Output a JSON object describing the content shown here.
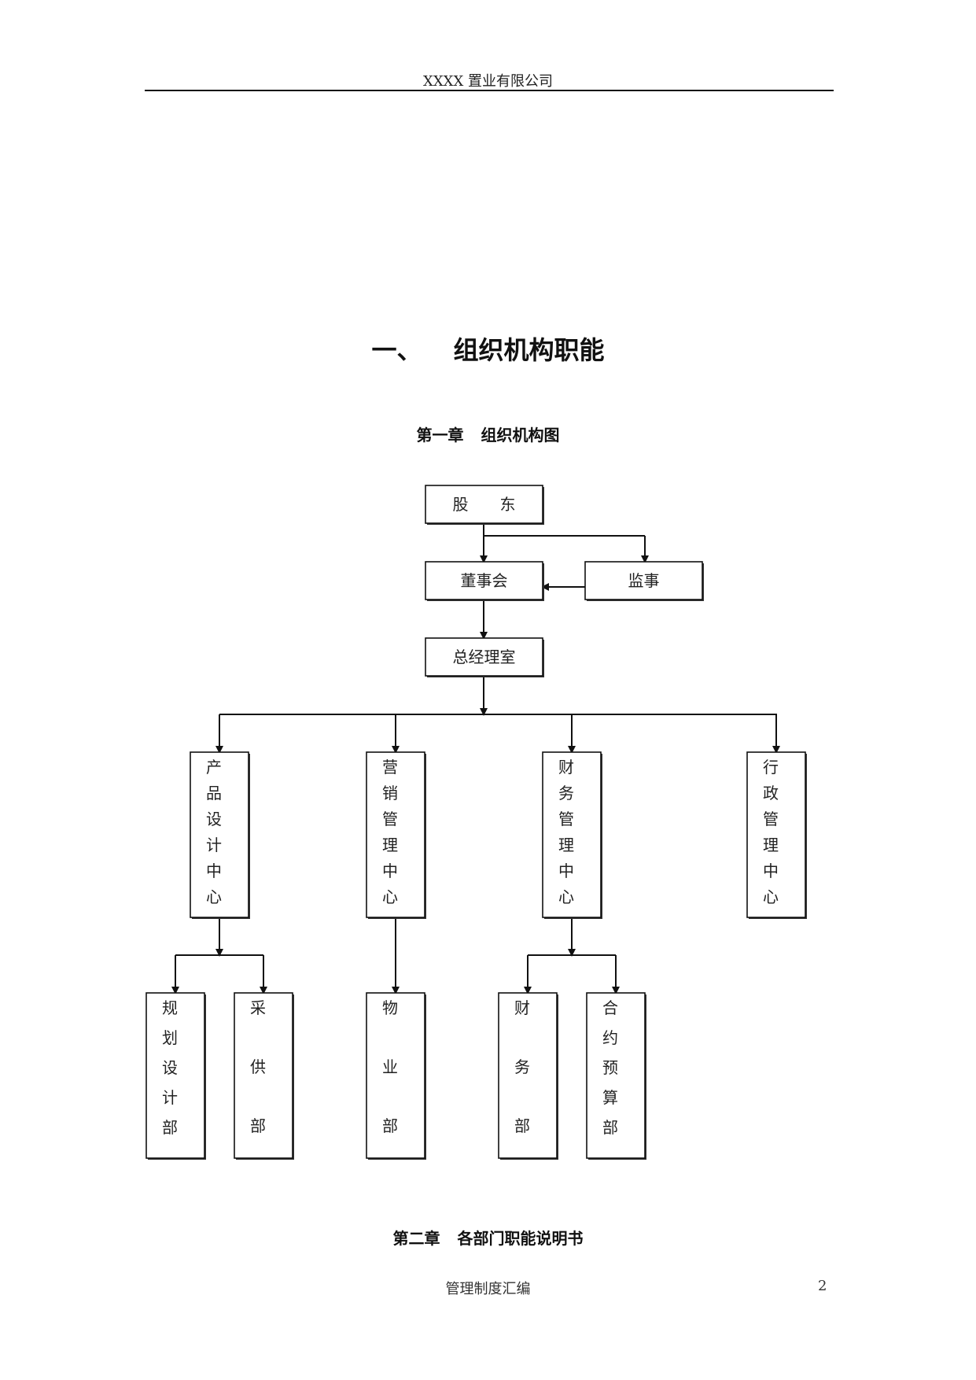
{
  "header": {
    "company": "XXXX 置业有限公司"
  },
  "section": {
    "number": "一、",
    "title": "组织机构职能"
  },
  "chapter1": {
    "number": "第一章",
    "title": "组织机构图"
  },
  "org_chart": {
    "shareholders": "股　　东",
    "board": "董事会",
    "supervisor": "监事",
    "gm_office": "总经理室",
    "centers": [
      {
        "name": "产品设计中心"
      },
      {
        "name": "营销管理中心"
      },
      {
        "name": "财务管理中心"
      },
      {
        "name": "行政管理中心"
      }
    ],
    "departments": [
      {
        "name": "规划设计部",
        "parent": "产品设计中心"
      },
      {
        "name": "采供部",
        "parent": "产品设计中心"
      },
      {
        "name": "物业部",
        "parent": "营销管理中心"
      },
      {
        "name": "财务部",
        "parent": "财务管理中心"
      },
      {
        "name": "合约预算部",
        "parent": "财务管理中心"
      }
    ]
  },
  "chapter2": {
    "number": "第二章",
    "title": "各部门职能说明书"
  },
  "footer": {
    "title": "管理制度汇编",
    "page": "2"
  }
}
